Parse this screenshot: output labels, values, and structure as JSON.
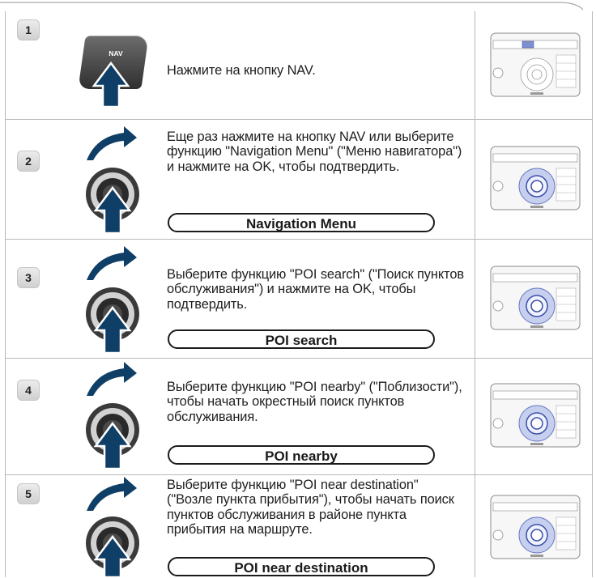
{
  "steps": [
    {
      "number": "1",
      "icon": "nav-button",
      "button_label": "NAV",
      "text": "Нажмите на кнопку NAV.",
      "pill": ""
    },
    {
      "number": "2",
      "icon": "rotary-knob",
      "text": "Еще раз нажмите на кнопку NAV или выберите функцию \"Navigation Menu\" (\"Меню навигатора\") и нажмите на OK, чтобы подтвердить.",
      "pill": "Navigation Menu"
    },
    {
      "number": "3",
      "icon": "rotary-knob",
      "text": "Выберите функцию \"POI search\" (\"Поиск пунктов обслуживания\") и нажмите на OK, чтобы подтвердить.",
      "pill": "POI search"
    },
    {
      "number": "4",
      "icon": "rotary-knob",
      "text": "Выберите функцию \"POI nearby\" (\"Поблизости\"), чтобы начать окрестный поиск пунктов обслуживания.",
      "pill": "POI nearby"
    },
    {
      "number": "5",
      "icon": "rotary-knob",
      "text": "Выберите функцию \"POI near destination\" (\"Возле пункта прибытия\"), чтобы начать поиск пунктов обслуживания в районе пункта прибытия на маршруте.",
      "pill": "POI near destination"
    }
  ],
  "colors": {
    "border": "#b9b9b9",
    "knob_highlight": "#7e8fd0",
    "key_dark": "#3a3a3a",
    "arrow_blue": "#0f3e66"
  }
}
